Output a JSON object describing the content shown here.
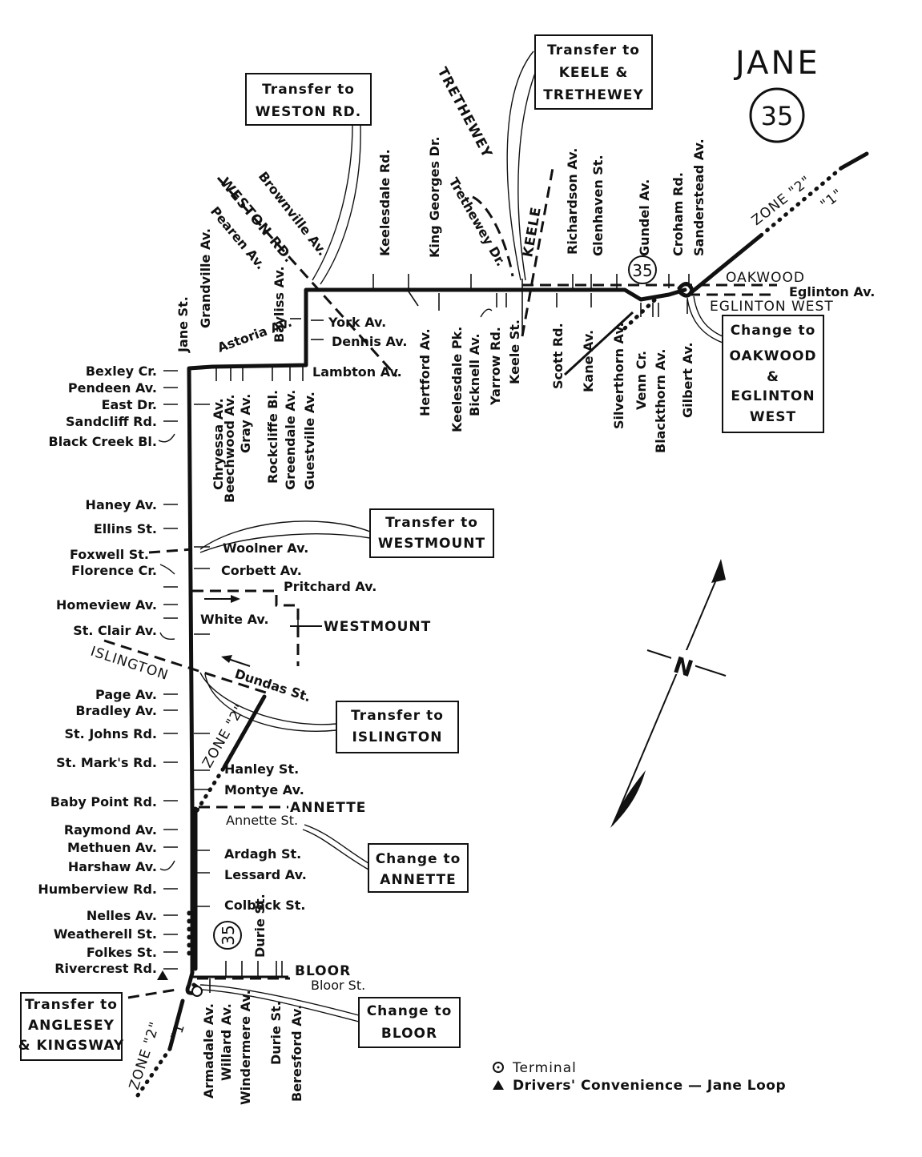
{
  "title": "JANE",
  "route_number": "35",
  "transfer_boxes": {
    "weston": [
      "Transfer to",
      "WESTON RD."
    ],
    "keele": [
      "Transfer to",
      "KEELE &",
      "TRETHEWEY"
    ],
    "westmount": [
      "Transfer to",
      "WESTMOUNT"
    ],
    "islington": [
      "Transfer to",
      "ISLINGTON"
    ],
    "annette": [
      "Change to",
      "ANNETTE"
    ],
    "bloor": [
      "Change to",
      "BLOOR"
    ],
    "anglesey": [
      "Transfer to",
      "ANGLESEY",
      "& KINGSWAY"
    ],
    "oakwood": [
      "Change to",
      "OAKWOOD",
      "&",
      "EGLINTON",
      "WEST"
    ]
  },
  "routes": {
    "weston": "WESTON RD.",
    "trethewey": "TRETHEWEY",
    "keele": "KEELE",
    "oakwood": "OAKWOOD",
    "eglinton_west": "EGLINTON WEST",
    "westmount": "WESTMOUNT",
    "islington": "ISLINGTON",
    "annette": "ANNETTE",
    "bloor": "BLOOR"
  },
  "zones": {
    "ne": [
      "ZONE \"2\"",
      "\"1\""
    ],
    "mid": "ZONE \"2\"",
    "sw": [
      "ZONE \"2\"",
      "\"1\""
    ]
  },
  "streets": {
    "top": [
      "Jane St.",
      "Grandville Av.",
      "Astoria Av.",
      "Bayliss Av.",
      "Pearen Av.",
      "Brownville Av.",
      "Keelesdale Rd.",
      "King Georges Dr.",
      "Trethewey Dr.",
      "Richardson Av.",
      "Glenhaven St.",
      "Gundel Av.",
      "Croham Rd.",
      "Sanderstead Av."
    ],
    "middle": [
      "York Av.",
      "Dennis Av.",
      "Lambton Av.",
      "Eglinton Av.",
      "Chryessa Av.",
      "Beechwood Av.",
      "Gray Av.",
      "Rockcliffe Bl.",
      "Greendale Av.",
      "Guestville Av.",
      "Hertford Av.",
      "Keelesdale Pk.",
      "Bicknell Av.",
      "Yarrow Rd.",
      "Keele St.",
      "Scott Rd.",
      "Kane Av.",
      "Silverthorn Av.",
      "Venn Cr.",
      "Blackthorn Av.",
      "Gilbert Av."
    ],
    "west": [
      "Bexley Cr.",
      "Pendeen Av.",
      "East Dr.",
      "Sandcliff Rd.",
      "Black Creek Bl.",
      "Haney Av.",
      "Ellins St.",
      "Foxwell St.",
      "Florence Cr.",
      "Homeview Av.",
      "St. Clair Av.",
      "Page Av.",
      "Bradley Av.",
      "St. Johns Rd.",
      "St. Mark's Rd.",
      "Baby Point Rd.",
      "Raymond Av.",
      "Methuen Av.",
      "Harshaw Av.",
      "Humberview Rd.",
      "Nelles Av.",
      "Weatherell St.",
      "Folkes St.",
      "Rivercrest Rd."
    ],
    "east": [
      "Woolner Av.",
      "Corbett Av.",
      "Pritchard Av.",
      "White Av.",
      "Dundas St.",
      "Hanley St.",
      "Montye Av.",
      "Annette St.",
      "Ardagh St.",
      "Lessard Av.",
      "Colbeck St.",
      "Durie St."
    ],
    "bottom": [
      "Bloor St.",
      "Armadale Av.",
      "Willard Av.",
      "Windermere Av.",
      "Durie St.",
      "Beresford Av."
    ]
  },
  "compass": "N",
  "legend": {
    "terminal": "Terminal",
    "convenience": "Drivers'  Convenience — Jane Loop"
  }
}
